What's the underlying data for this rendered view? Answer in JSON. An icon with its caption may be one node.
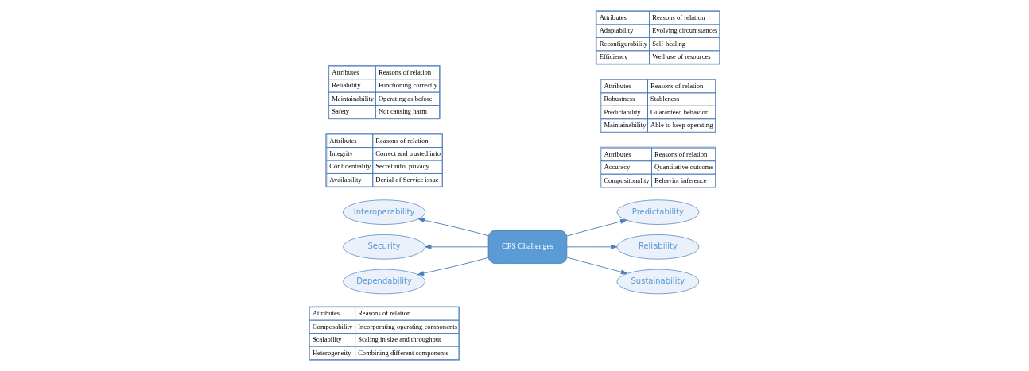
{
  "diagram": {
    "nodes": [
      {
        "text": [
          "CPS Challenges"
        ]
      },
      {
        "text": [
          "Interoperability"
        ]
      },
      {
        "text": [
          "Predictability"
        ]
      },
      {
        "text": [
          "Security"
        ]
      },
      {
        "text": [
          "Reliability"
        ]
      },
      {
        "text": [
          "Dependability"
        ]
      },
      {
        "text": [
          "Sustainability"
        ]
      },
      {
        "text": [
          "Attributes",
          "Reasons of relation",
          "Composability",
          "Incorporating operating components",
          "Scalability",
          "Scaling in size and throughput",
          "Heterogeneity",
          "Combining different components"
        ]
      },
      {
        "text": [
          "Attributes",
          "Reasons of relation",
          "Accuracy",
          "Quantitative outcome",
          "Compositonality",
          "Behavior inference"
        ]
      },
      {
        "text": [
          "Attributes",
          "Reasons of relation",
          "Integrity",
          "Correct and trusted info",
          "Confidentiality",
          "Secret info, privacy",
          "Availability",
          "Denial of Service issue"
        ]
      },
      {
        "text": [
          "Attributes",
          "Reasons of relation",
          "Robustness",
          "Stableness",
          "Predictability",
          "Guaranteed behavior",
          "Maintainability",
          "Able to keep operating"
        ]
      },
      {
        "text": [
          "Attributes",
          "Reasons of relation",
          "Reliability",
          "Functioning correctly",
          "Maintainability",
          "Operating as before",
          "Safety",
          "Not causing harm"
        ]
      },
      {
        "text": [
          "Attributes",
          "Reasons of relation",
          "Adaptability",
          "Evolving circumstances",
          "Reconfigurability",
          "Self-healing",
          "Efficiency",
          "Well use of resources"
        ]
      }
    ],
    "edges": [
      {
        "from": 0,
        "to": 1,
        "arrow": "to"
      },
      {
        "from": 0,
        "to": 2,
        "arrow": "to"
      },
      {
        "from": 0,
        "to": 3,
        "arrow": "to"
      },
      {
        "from": 0,
        "to": 4,
        "arrow": "to"
      },
      {
        "from": 0,
        "to": 5,
        "arrow": "to"
      },
      {
        "from": 0,
        "to": 6,
        "arrow": "to"
      }
    ]
  }
}
